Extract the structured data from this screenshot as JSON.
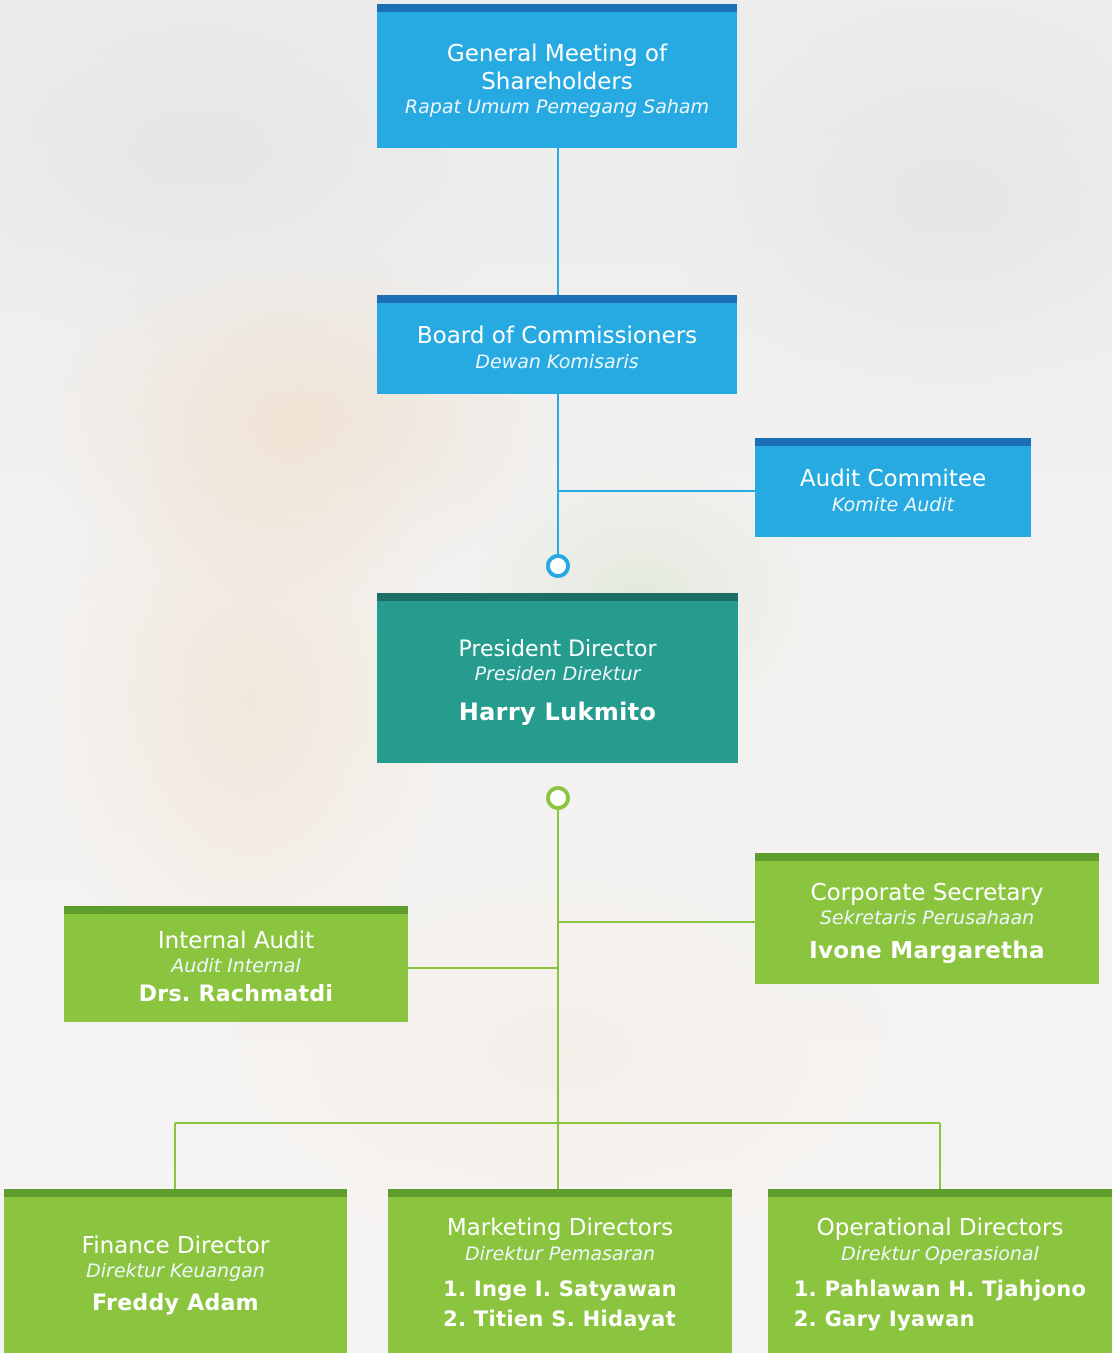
{
  "gms": {
    "title": "General Meeting of Shareholders",
    "subtitle": "Rapat Umum Pemegang Saham"
  },
  "boc": {
    "title": "Board of Commissioners",
    "subtitle": "Dewan Komisaris"
  },
  "audit_committee": {
    "title": "Audit Commitee",
    "subtitle": "Komite Audit"
  },
  "president": {
    "title": "President Director",
    "subtitle": "Presiden Direktur",
    "name": "Harry Lukmito"
  },
  "corp_sec": {
    "title": "Corporate Secretary",
    "subtitle": "Sekretaris Perusahaan",
    "name": "Ivone Margaretha"
  },
  "internal_audit": {
    "title": "Internal Audit",
    "subtitle": "Audit Internal",
    "name": "Drs. Rachmatdi"
  },
  "finance": {
    "title": "Finance Director",
    "subtitle": "Direktur Keuangan",
    "name": "Freddy Adam"
  },
  "marketing": {
    "title": "Marketing Directors",
    "subtitle": "Direktur Pemasaran",
    "names": [
      "1. Inge I. Satyawan",
      "2. Titien S. Hidayat"
    ]
  },
  "operational": {
    "title": "Operational Directors",
    "subtitle": "Direktur Operasional",
    "names": [
      "1. Pahlawan H. Tjahjono",
      "2. Gary Iyawan"
    ]
  },
  "colors": {
    "blue": "#27a9e1",
    "blue_dark": "#1b6fb4",
    "teal": "#259c8e",
    "teal_dark": "#1b6d66",
    "green": "#8bc53f",
    "green_dark": "#5f9e2e"
  }
}
